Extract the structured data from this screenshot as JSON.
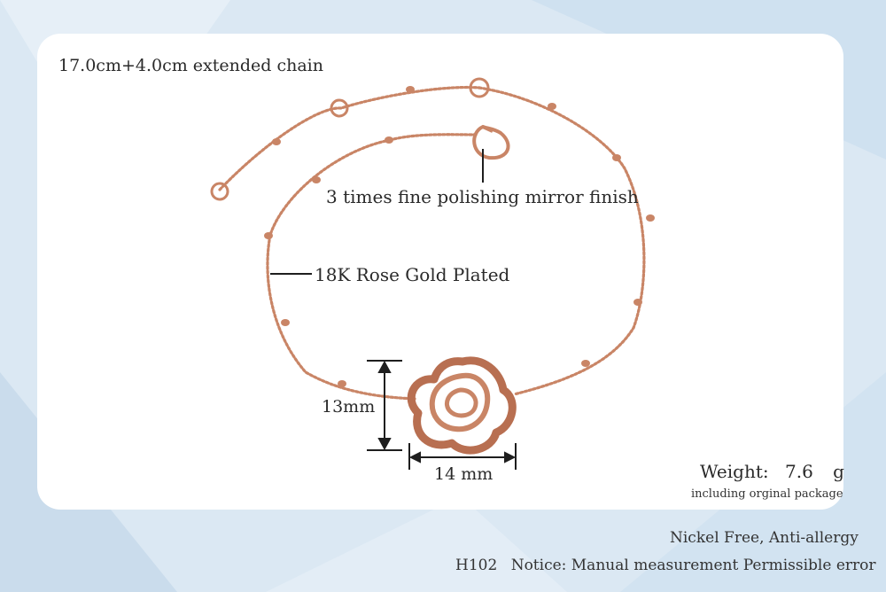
{
  "labels": {
    "chain_length": "17.0cm+4.0cm extended chain",
    "finish": "3 times fine polishing mirror finish",
    "plating": "18K Rose Gold Plated",
    "height": "13mm",
    "width": "14 mm"
  },
  "specs": {
    "weight_label": "Weight:",
    "weight_value": "7.6",
    "weight_unit": "g",
    "package_note": "including orginal package"
  },
  "footer": {
    "nickel": "Nickel Free, Anti-allergy",
    "product_code": "H102",
    "notice": "Notice: Manual measurement Permissible error"
  },
  "colors": {
    "background": "#dbe8f3",
    "card": "#ffffff",
    "rose_gold": "#c98566",
    "rose_gold_dark": "#a8634a",
    "text": "#2a2a2a"
  }
}
